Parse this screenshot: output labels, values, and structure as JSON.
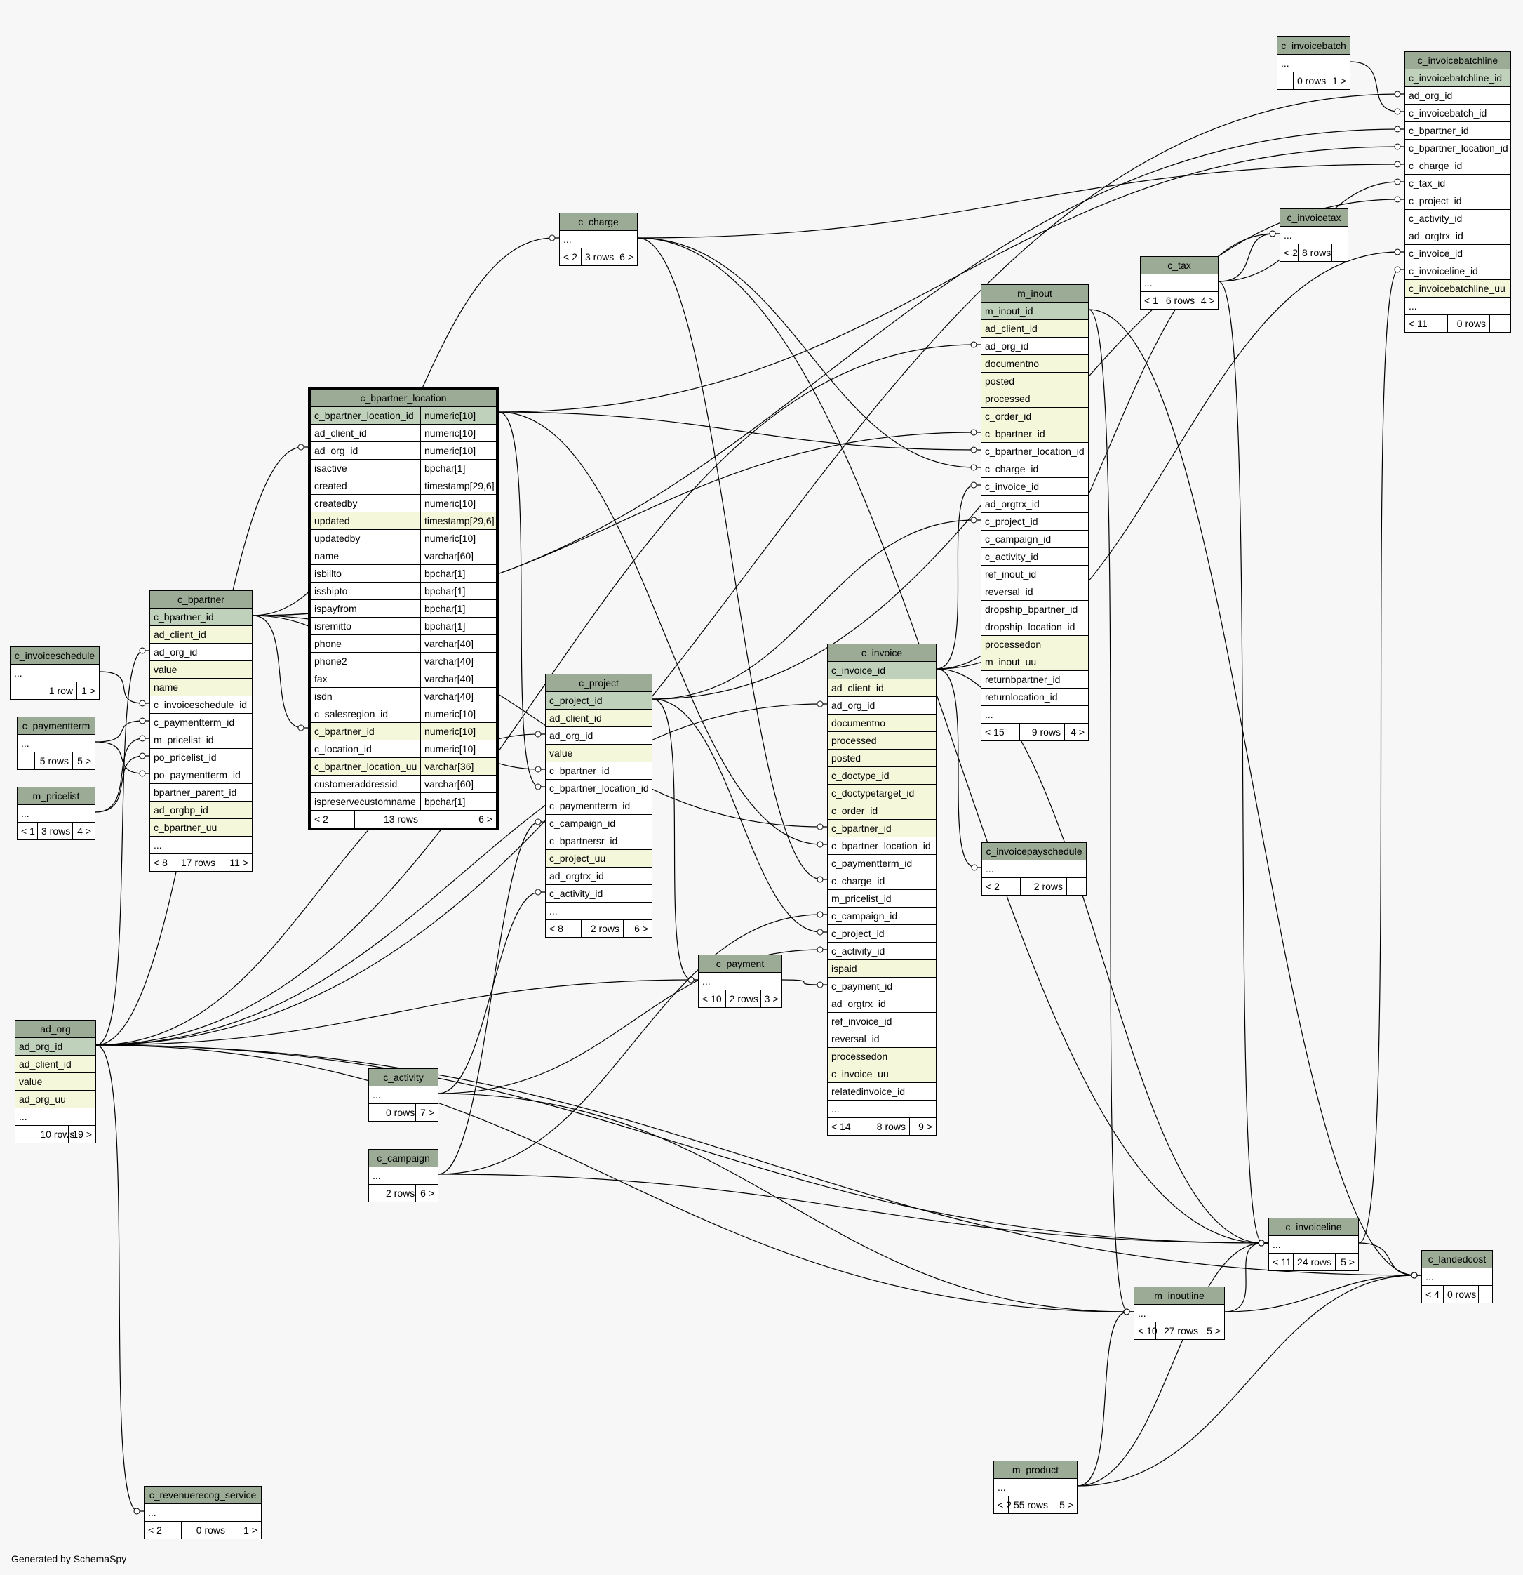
{
  "footer": "Generated by SchemaSpy",
  "tables": [
    {
      "id": "c_invoicebatch",
      "name": "c_invoicebatch",
      "rows": [
        {
          "n": "...",
          "k": ""
        }
      ],
      "foot": [
        "",
        "0 rows",
        "1 >"
      ]
    },
    {
      "id": "c_invoicebatchline",
      "name": "c_invoicebatchline",
      "rows": [
        {
          "n": "c_invoicebatchline_id",
          "k": "pk"
        },
        {
          "n": "ad_org_id",
          "k": ""
        },
        {
          "n": "c_invoicebatch_id",
          "k": ""
        },
        {
          "n": "c_bpartner_id",
          "k": ""
        },
        {
          "n": "c_bpartner_location_id",
          "k": ""
        },
        {
          "n": "c_charge_id",
          "k": ""
        },
        {
          "n": "c_tax_id",
          "k": ""
        },
        {
          "n": "c_project_id",
          "k": ""
        },
        {
          "n": "c_activity_id",
          "k": ""
        },
        {
          "n": "ad_orgtrx_id",
          "k": ""
        },
        {
          "n": "c_invoice_id",
          "k": ""
        },
        {
          "n": "c_invoiceline_id",
          "k": ""
        },
        {
          "n": "c_invoicebatchline_uu",
          "k": "idx"
        },
        {
          "n": "...",
          "k": ""
        }
      ],
      "foot": [
        "< 11",
        "0 rows",
        ""
      ]
    },
    {
      "id": "c_invoicetax",
      "name": "c_invoicetax",
      "rows": [
        {
          "n": "...",
          "k": ""
        }
      ],
      "foot": [
        "< 2",
        "8 rows",
        ""
      ]
    },
    {
      "id": "c_tax",
      "name": "c_tax",
      "rows": [
        {
          "n": "...",
          "k": ""
        }
      ],
      "foot": [
        "< 1",
        "6 rows",
        "4 >"
      ]
    },
    {
      "id": "c_charge",
      "name": "c_charge",
      "rows": [
        {
          "n": "...",
          "k": ""
        }
      ],
      "foot": [
        "< 2",
        "3 rows",
        "6 >"
      ]
    },
    {
      "id": "m_inout",
      "name": "m_inout",
      "rows": [
        {
          "n": "m_inout_id",
          "k": "pk"
        },
        {
          "n": "ad_client_id",
          "k": "idx"
        },
        {
          "n": "ad_org_id",
          "k": ""
        },
        {
          "n": "documentno",
          "k": "idx"
        },
        {
          "n": "posted",
          "k": "idx"
        },
        {
          "n": "processed",
          "k": "idx"
        },
        {
          "n": "c_order_id",
          "k": "idx"
        },
        {
          "n": "c_bpartner_id",
          "k": "idx"
        },
        {
          "n": "c_bpartner_location_id",
          "k": ""
        },
        {
          "n": "c_charge_id",
          "k": ""
        },
        {
          "n": "c_invoice_id",
          "k": ""
        },
        {
          "n": "ad_orgtrx_id",
          "k": ""
        },
        {
          "n": "c_project_id",
          "k": ""
        },
        {
          "n": "c_campaign_id",
          "k": ""
        },
        {
          "n": "c_activity_id",
          "k": ""
        },
        {
          "n": "ref_inout_id",
          "k": ""
        },
        {
          "n": "reversal_id",
          "k": ""
        },
        {
          "n": "dropship_bpartner_id",
          "k": ""
        },
        {
          "n": "dropship_location_id",
          "k": ""
        },
        {
          "n": "processedon",
          "k": "idx"
        },
        {
          "n": "m_inout_uu",
          "k": "idx"
        },
        {
          "n": "returnbpartner_id",
          "k": ""
        },
        {
          "n": "returnlocation_id",
          "k": ""
        },
        {
          "n": "...",
          "k": ""
        }
      ],
      "foot": [
        "< 15",
        "9 rows",
        "4 >"
      ]
    },
    {
      "id": "c_bpartner_location",
      "name": "c_bpartner_location",
      "rows": [
        {
          "n": "c_bpartner_location_id",
          "t": "numeric[10]",
          "k": "pk"
        },
        {
          "n": "ad_client_id",
          "t": "numeric[10]",
          "k": ""
        },
        {
          "n": "ad_org_id",
          "t": "numeric[10]",
          "k": ""
        },
        {
          "n": "isactive",
          "t": "bpchar[1]",
          "k": ""
        },
        {
          "n": "created",
          "t": "timestamp[29,6]",
          "k": ""
        },
        {
          "n": "createdby",
          "t": "numeric[10]",
          "k": ""
        },
        {
          "n": "updated",
          "t": "timestamp[29,6]",
          "k": "idx"
        },
        {
          "n": "updatedby",
          "t": "numeric[10]",
          "k": ""
        },
        {
          "n": "name",
          "t": "varchar[60]",
          "k": ""
        },
        {
          "n": "isbillto",
          "t": "bpchar[1]",
          "k": ""
        },
        {
          "n": "isshipto",
          "t": "bpchar[1]",
          "k": ""
        },
        {
          "n": "ispayfrom",
          "t": "bpchar[1]",
          "k": ""
        },
        {
          "n": "isremitto",
          "t": "bpchar[1]",
          "k": ""
        },
        {
          "n": "phone",
          "t": "varchar[40]",
          "k": ""
        },
        {
          "n": "phone2",
          "t": "varchar[40]",
          "k": ""
        },
        {
          "n": "fax",
          "t": "varchar[40]",
          "k": ""
        },
        {
          "n": "isdn",
          "t": "varchar[40]",
          "k": ""
        },
        {
          "n": "c_salesregion_id",
          "t": "numeric[10]",
          "k": ""
        },
        {
          "n": "c_bpartner_id",
          "t": "numeric[10]",
          "k": "idx"
        },
        {
          "n": "c_location_id",
          "t": "numeric[10]",
          "k": ""
        },
        {
          "n": "c_bpartner_location_uu",
          "t": "varchar[36]",
          "k": "idx"
        },
        {
          "n": "customeraddressid",
          "t": "varchar[60]",
          "k": ""
        },
        {
          "n": "ispreservecustomname",
          "t": "bpchar[1]",
          "k": ""
        }
      ],
      "foot": [
        "< 2",
        "13 rows",
        "6 >"
      ]
    },
    {
      "id": "c_bpartner",
      "name": "c_bpartner",
      "rows": [
        {
          "n": "c_bpartner_id",
          "k": "pk"
        },
        {
          "n": "ad_client_id",
          "k": "idx"
        },
        {
          "n": "ad_org_id",
          "k": ""
        },
        {
          "n": "value",
          "k": "idx"
        },
        {
          "n": "name",
          "k": "idx"
        },
        {
          "n": "c_invoiceschedule_id",
          "k": ""
        },
        {
          "n": "c_paymentterm_id",
          "k": ""
        },
        {
          "n": "m_pricelist_id",
          "k": ""
        },
        {
          "n": "po_pricelist_id",
          "k": ""
        },
        {
          "n": "po_paymentterm_id",
          "k": ""
        },
        {
          "n": "bpartner_parent_id",
          "k": ""
        },
        {
          "n": "ad_orgbp_id",
          "k": "idx"
        },
        {
          "n": "c_bpartner_uu",
          "k": "idx"
        },
        {
          "n": "...",
          "k": ""
        }
      ],
      "foot": [
        "< 8",
        "17 rows",
        "11 >"
      ]
    },
    {
      "id": "c_invoiceschedule",
      "name": "c_invoiceschedule",
      "rows": [
        {
          "n": "...",
          "k": ""
        }
      ],
      "foot": [
        "",
        "1 row",
        "1 >"
      ]
    },
    {
      "id": "c_paymentterm",
      "name": "c_paymentterm",
      "rows": [
        {
          "n": "...",
          "k": ""
        }
      ],
      "foot": [
        "",
        "5 rows",
        "5 >"
      ]
    },
    {
      "id": "m_pricelist",
      "name": "m_pricelist",
      "rows": [
        {
          "n": "...",
          "k": ""
        }
      ],
      "foot": [
        "< 1",
        "3 rows",
        "4 >"
      ]
    },
    {
      "id": "c_project",
      "name": "c_project",
      "rows": [
        {
          "n": "c_project_id",
          "k": "pk"
        },
        {
          "n": "ad_client_id",
          "k": "idx"
        },
        {
          "n": "ad_org_id",
          "k": ""
        },
        {
          "n": "value",
          "k": "idx"
        },
        {
          "n": "c_bpartner_id",
          "k": ""
        },
        {
          "n": "c_bpartner_location_id",
          "k": ""
        },
        {
          "n": "c_paymentterm_id",
          "k": ""
        },
        {
          "n": "c_campaign_id",
          "k": ""
        },
        {
          "n": "c_bpartnersr_id",
          "k": ""
        },
        {
          "n": "c_project_uu",
          "k": "idx"
        },
        {
          "n": "ad_orgtrx_id",
          "k": ""
        },
        {
          "n": "c_activity_id",
          "k": ""
        },
        {
          "n": "...",
          "k": ""
        }
      ],
      "foot": [
        "< 8",
        "2 rows",
        "6 >"
      ]
    },
    {
      "id": "c_invoice",
      "name": "c_invoice",
      "rows": [
        {
          "n": "c_invoice_id",
          "k": "pk"
        },
        {
          "n": "ad_client_id",
          "k": "idx"
        },
        {
          "n": "ad_org_id",
          "k": ""
        },
        {
          "n": "documentno",
          "k": "idx"
        },
        {
          "n": "processed",
          "k": "idx"
        },
        {
          "n": "posted",
          "k": "idx"
        },
        {
          "n": "c_doctype_id",
          "k": "idx"
        },
        {
          "n": "c_doctypetarget_id",
          "k": "idx"
        },
        {
          "n": "c_order_id",
          "k": "idx"
        },
        {
          "n": "c_bpartner_id",
          "k": "idx"
        },
        {
          "n": "c_bpartner_location_id",
          "k": ""
        },
        {
          "n": "c_paymentterm_id",
          "k": ""
        },
        {
          "n": "c_charge_id",
          "k": ""
        },
        {
          "n": "m_pricelist_id",
          "k": ""
        },
        {
          "n": "c_campaign_id",
          "k": ""
        },
        {
          "n": "c_project_id",
          "k": ""
        },
        {
          "n": "c_activity_id",
          "k": ""
        },
        {
          "n": "ispaid",
          "k": "idx"
        },
        {
          "n": "c_payment_id",
          "k": ""
        },
        {
          "n": "ad_orgtrx_id",
          "k": ""
        },
        {
          "n": "ref_invoice_id",
          "k": ""
        },
        {
          "n": "reversal_id",
          "k": ""
        },
        {
          "n": "processedon",
          "k": "idx"
        },
        {
          "n": "c_invoice_uu",
          "k": "idx"
        },
        {
          "n": "relatedinvoice_id",
          "k": ""
        },
        {
          "n": "...",
          "k": ""
        }
      ],
      "foot": [
        "< 14",
        "8 rows",
        "9 >"
      ]
    },
    {
      "id": "c_invoicepayschedule",
      "name": "c_invoicepayschedule",
      "rows": [
        {
          "n": "...",
          "k": ""
        }
      ],
      "foot": [
        "< 2",
        "2 rows",
        ""
      ]
    },
    {
      "id": "c_payment",
      "name": "c_payment",
      "rows": [
        {
          "n": "...",
          "k": ""
        }
      ],
      "foot": [
        "< 10",
        "2 rows",
        "3 >"
      ]
    },
    {
      "id": "ad_org",
      "name": "ad_org",
      "rows": [
        {
          "n": "ad_org_id",
          "k": "pk"
        },
        {
          "n": "ad_client_id",
          "k": "idx"
        },
        {
          "n": "value",
          "k": "idx"
        },
        {
          "n": "ad_org_uu",
          "k": "idx"
        },
        {
          "n": "...",
          "k": ""
        }
      ],
      "foot": [
        "",
        "10 rows",
        "19 >"
      ]
    },
    {
      "id": "c_activity",
      "name": "c_activity",
      "rows": [
        {
          "n": "...",
          "k": ""
        }
      ],
      "foot": [
        "",
        "0 rows",
        "7 >"
      ]
    },
    {
      "id": "c_campaign",
      "name": "c_campaign",
      "rows": [
        {
          "n": "...",
          "k": ""
        }
      ],
      "foot": [
        "",
        "2 rows",
        "6 >"
      ]
    },
    {
      "id": "c_invoiceline",
      "name": "c_invoiceline",
      "rows": [
        {
          "n": "...",
          "k": ""
        }
      ],
      "foot": [
        "< 11",
        "24 rows",
        "5 >"
      ]
    },
    {
      "id": "c_landedcost",
      "name": "c_landedcost",
      "rows": [
        {
          "n": "...",
          "k": ""
        }
      ],
      "foot": [
        "< 4",
        "0 rows",
        ""
      ]
    },
    {
      "id": "m_inoutline",
      "name": "m_inoutline",
      "rows": [
        {
          "n": "...",
          "k": ""
        }
      ],
      "foot": [
        "< 10",
        "27 rows",
        "5 >"
      ]
    },
    {
      "id": "m_product",
      "name": "m_product",
      "rows": [
        {
          "n": "...",
          "k": ""
        }
      ],
      "foot": [
        "< 2",
        "55 rows",
        "5 >"
      ]
    },
    {
      "id": "c_revenuerecog_service",
      "name": "c_revenuerecog_service",
      "rows": [
        {
          "n": "...",
          "k": ""
        }
      ],
      "foot": [
        "< 2",
        "0 rows",
        "1 >"
      ]
    }
  ]
}
